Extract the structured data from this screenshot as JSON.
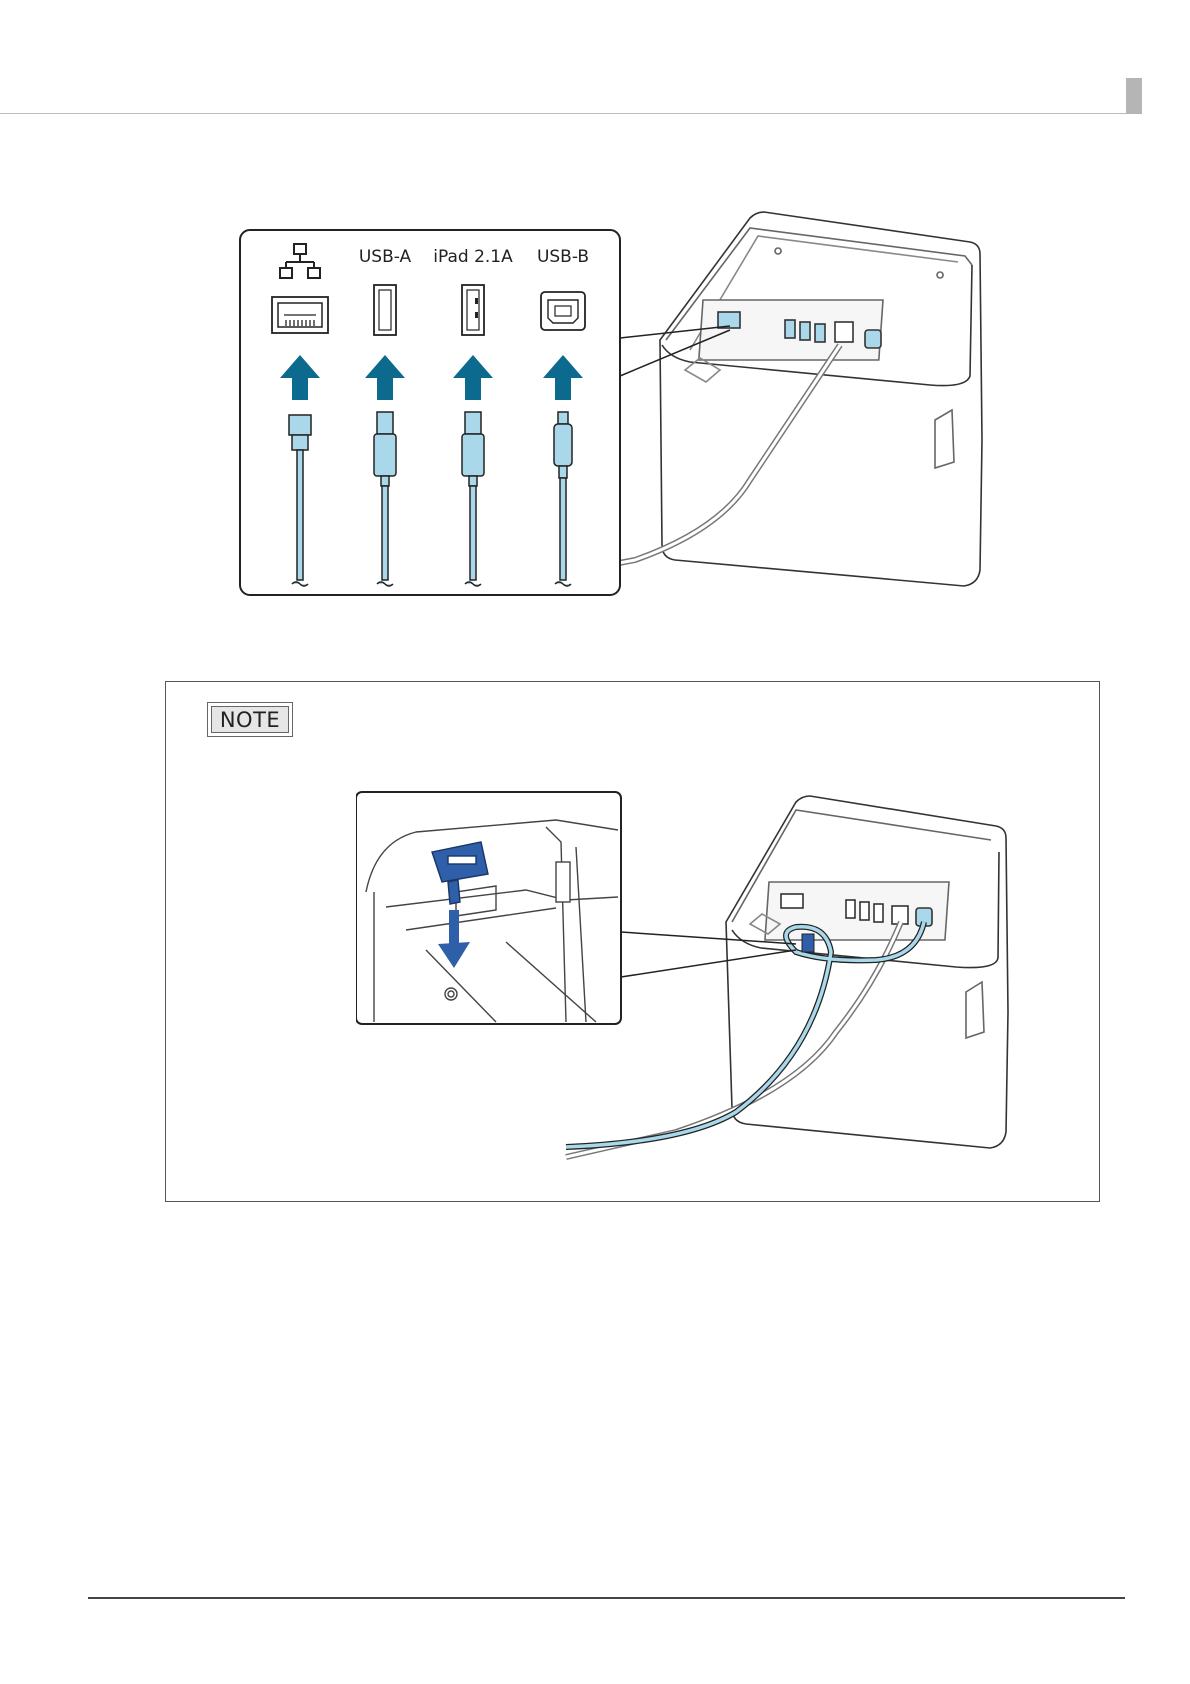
{
  "page": {
    "header_tab_color": "#b5b5b5"
  },
  "connection_figure": {
    "port_labels": [
      {
        "icon": "network-icon",
        "label": ""
      },
      {
        "icon": "usb-a-port-icon",
        "label": "USB-A"
      },
      {
        "icon": "ipad-port-icon",
        "label": "iPad 2.1A"
      },
      {
        "icon": "usb-b-port-icon",
        "label": "USB-B"
      }
    ],
    "arrow_color": "#0b6a8e",
    "cable_color": "#a8d8ea"
  },
  "note": {
    "badge_label": "NOTE",
    "clip_color": "#2f5fa8"
  }
}
